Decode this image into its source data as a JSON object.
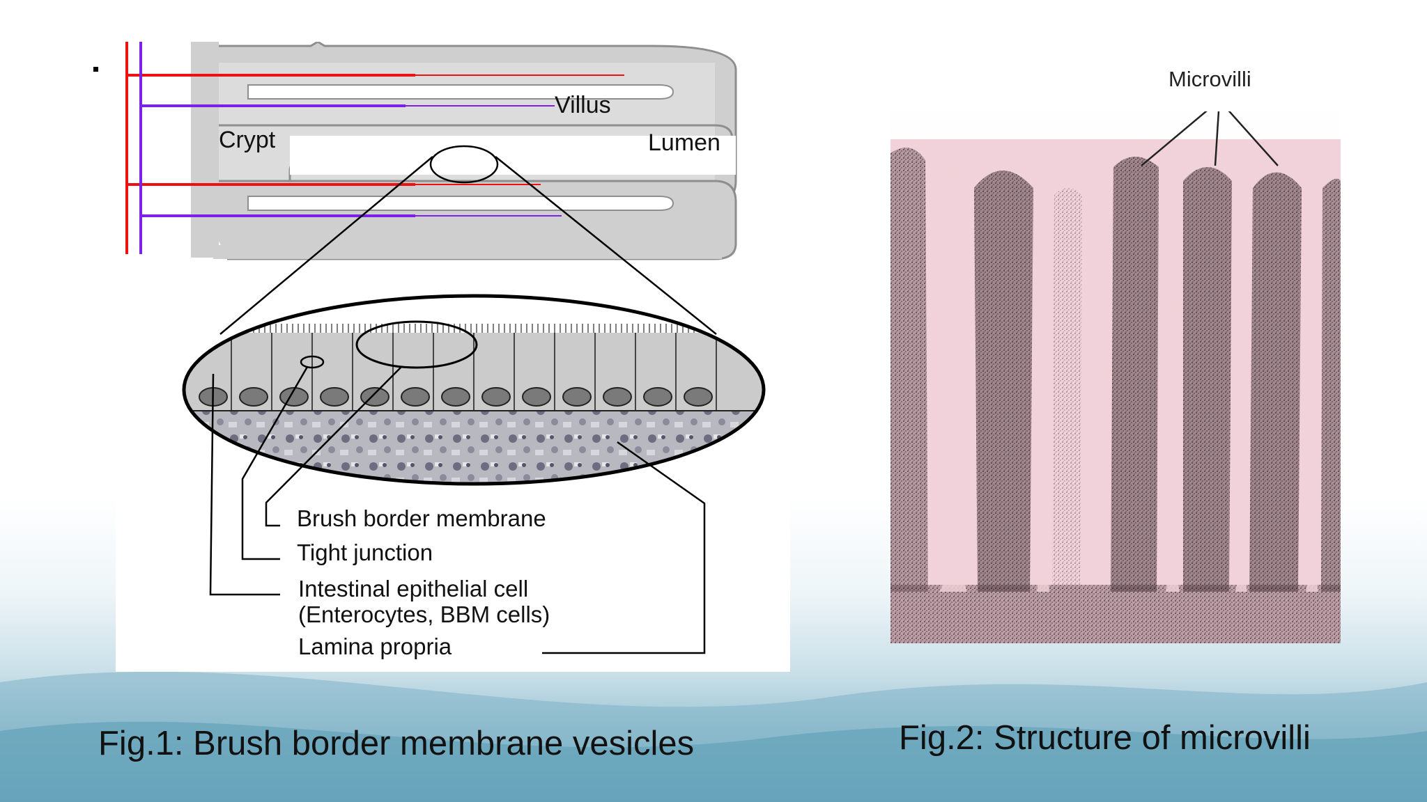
{
  "figure1": {
    "labels": {
      "villus": "Villus",
      "crypt": "Crypt",
      "lumen": "Lumen",
      "brush_border_membrane": "Brush border membrane",
      "tight_junction": "Tight junction",
      "epithelial_cell_line1": "Intestinal epithelial cell",
      "epithelial_cell_line2": "(Enterocytes, BBM cells)",
      "lamina_propria": "Lamina propria"
    },
    "caption": "Fig.1: Brush border membrane vesicles"
  },
  "figure2": {
    "label": "Microvilli",
    "caption": "Fig.2: Structure of microvilli"
  },
  "colors": {
    "artery": "#ee1111",
    "vein": "#7b22e6",
    "villus_gray": "#c9c9c9",
    "micrograph_background": "#f2d3da",
    "micrograph_stain": "#3a2a30"
  }
}
